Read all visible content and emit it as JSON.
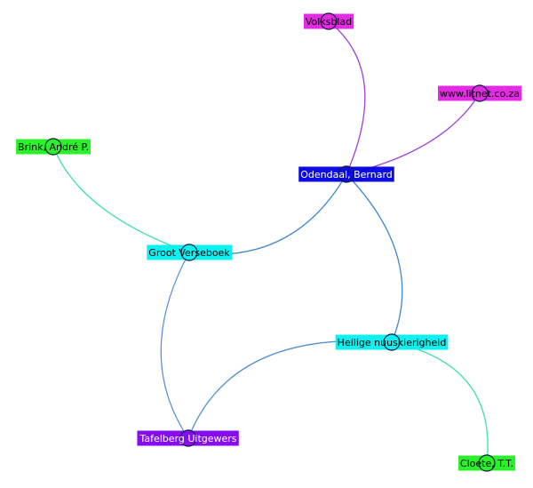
{
  "graph": {
    "nodes": [
      {
        "id": "volksblad",
        "label": "Volksblad",
        "fill": "#e020e0",
        "text_color": "#000000"
      },
      {
        "id": "litnet",
        "label": "www.litnet.co.za",
        "fill": "#e020e0",
        "text_color": "#000000"
      },
      {
        "id": "brink",
        "label": "Brink, André P.",
        "fill": "#20f020",
        "text_color": "#000000"
      },
      {
        "id": "odendaal",
        "label": "Odendaal, Bernard",
        "fill": "#0000e0",
        "text_color": "#ffffff"
      },
      {
        "id": "groot",
        "label": "Groot Verseboek",
        "fill": "#00f0f0",
        "text_color": "#000000"
      },
      {
        "id": "heilige",
        "label": "Heilige nuuskierigheid",
        "fill": "#00f0f0",
        "text_color": "#000000"
      },
      {
        "id": "tafelberg",
        "label": "Tafelberg Uitgewers",
        "fill": "#8000f0",
        "text_color": "#ffffff"
      },
      {
        "id": "cloete",
        "label": "Cloete, T.T.",
        "fill": "#20f020",
        "text_color": "#000000"
      }
    ],
    "edges": [
      {
        "source": "volksblad",
        "target": "odendaal",
        "color": "#a040e0"
      },
      {
        "source": "litnet",
        "target": "odendaal",
        "color": "#a040e0"
      },
      {
        "source": "brink",
        "target": "groot",
        "color": "#40e0a0"
      },
      {
        "source": "odendaal",
        "target": "groot",
        "color": "#4088d0"
      },
      {
        "source": "odendaal",
        "target": "heilige",
        "color": "#4088d0"
      },
      {
        "source": "groot",
        "target": "tafelberg",
        "color": "#6090d8"
      },
      {
        "source": "heilige",
        "target": "tafelberg",
        "color": "#5090d0"
      },
      {
        "source": "heilige",
        "target": "cloete",
        "color": "#40e0a0"
      }
    ]
  }
}
